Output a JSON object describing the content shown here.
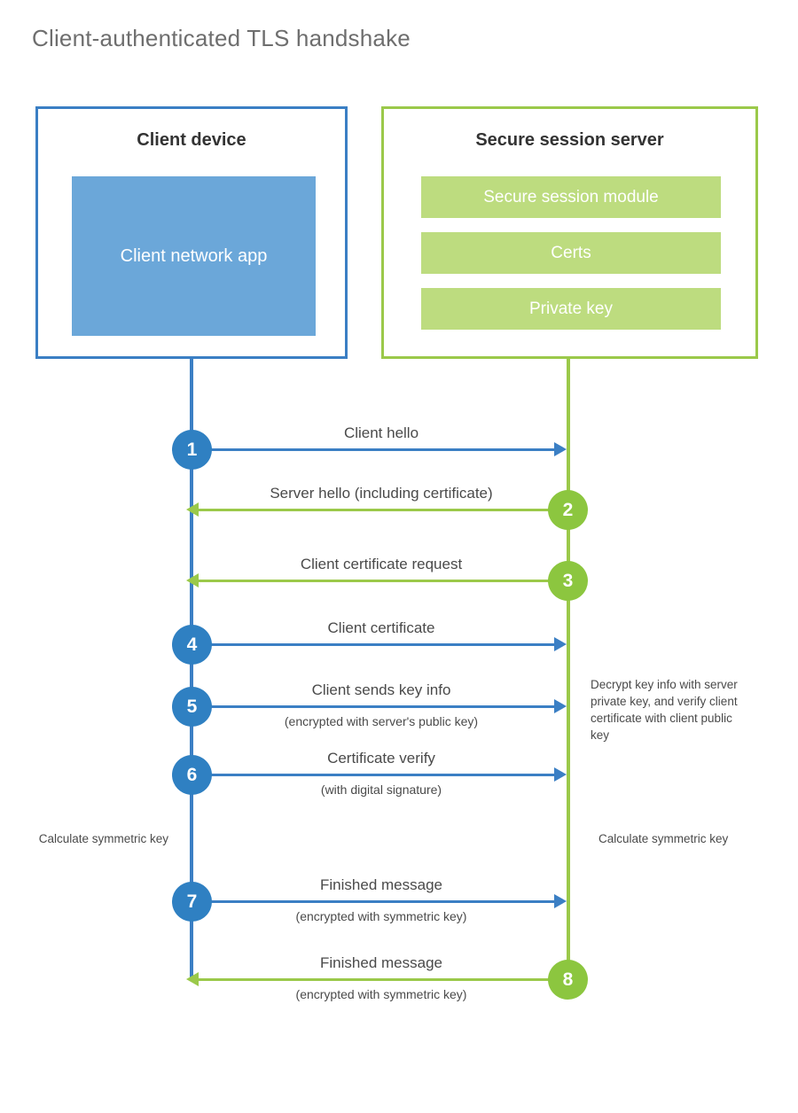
{
  "title": "Client-authenticated TLS handshake",
  "colors": {
    "client_blue": "#3b7fc4",
    "client_circle_blue": "#2f80c2",
    "client_app_blue": "#6ba7d9",
    "server_green": "#9bc94a",
    "server_circle_green": "#8cc63f",
    "server_module_green": "#bddc7f",
    "text_gray": "#4a4a4a",
    "title_gray": "#6e6e6e"
  },
  "client": {
    "title": "Client device",
    "app_label": "Client network app"
  },
  "server": {
    "title": "Secure session server",
    "modules": [
      {
        "label": "Secure session module"
      },
      {
        "label": "Certs"
      },
      {
        "label": "Private key"
      }
    ]
  },
  "steps": [
    {
      "number": "1",
      "label": "Client hello",
      "sublabel": "",
      "direction": "client-to-server",
      "actor": "client"
    },
    {
      "number": "2",
      "label": "Server hello (including certificate)",
      "sublabel": "",
      "direction": "server-to-client",
      "actor": "server"
    },
    {
      "number": "3",
      "label": "Client certificate request",
      "sublabel": "",
      "direction": "server-to-client",
      "actor": "server"
    },
    {
      "number": "4",
      "label": "Client certificate",
      "sublabel": "",
      "direction": "client-to-server",
      "actor": "client"
    },
    {
      "number": "5",
      "label": "Client sends key info",
      "sublabel": "(encrypted with server's public key)",
      "direction": "client-to-server",
      "actor": "client"
    },
    {
      "number": "6",
      "label": "Certificate verify",
      "sublabel": "(with digital signature)",
      "direction": "client-to-server",
      "actor": "client"
    },
    {
      "number": "7",
      "label": "Finished message",
      "sublabel": "(encrypted with symmetric key)",
      "direction": "client-to-server",
      "actor": "client"
    },
    {
      "number": "8",
      "label": "Finished message",
      "sublabel": "(encrypted with symmetric key)",
      "direction": "server-to-client",
      "actor": "server"
    }
  ],
  "notes": {
    "server_decrypt": "Decrypt key info with server private key, and verify client certificate with client public key",
    "client_calculate": "Calculate symmetric key",
    "server_calculate": "Calculate symmetric key"
  }
}
